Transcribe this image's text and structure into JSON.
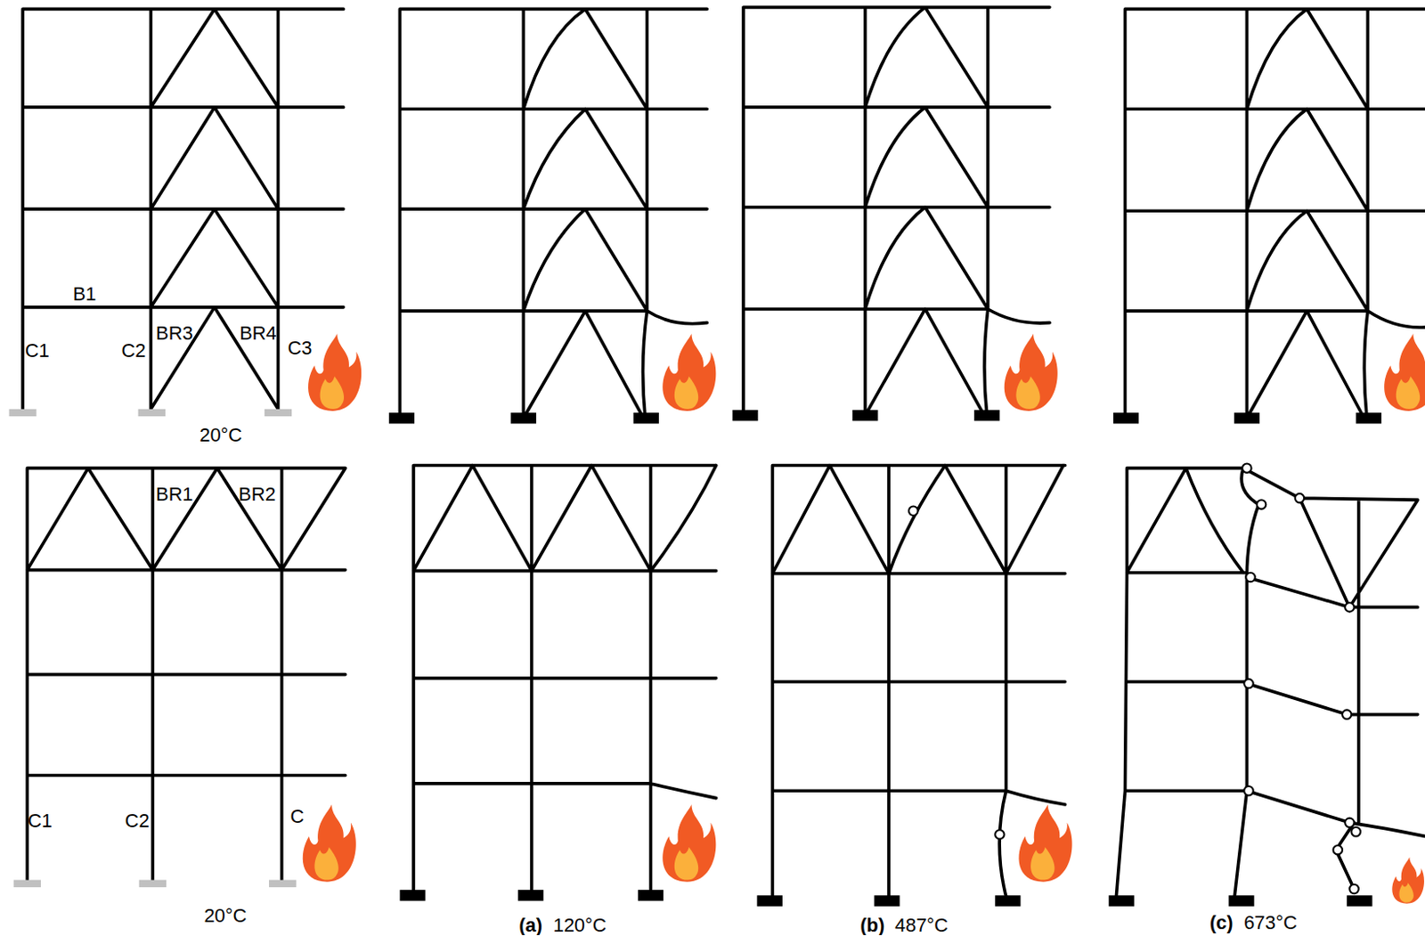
{
  "diagram": {
    "labels": [
      "B1",
      "C1",
      "C2",
      "BR3",
      "BR4",
      "C3",
      "20°C",
      "BR1",
      "BR2",
      "C1",
      "C2",
      "C",
      "20°C",
      "(a)",
      "120°C",
      "(b)",
      "487°C",
      "(c)",
      "673°C"
    ]
  }
}
